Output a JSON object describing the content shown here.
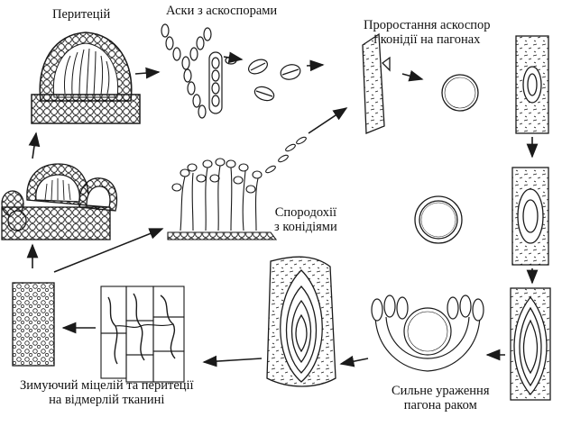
{
  "labels": {
    "perithecium": "Перитецій",
    "asci_title": "Аски з аскоспорами",
    "germination_line1": "Проростання аскоспор",
    "germination_line2": "і конідії на пагонах",
    "sporodochia_line1": "Спородохії",
    "sporodochia_line2": "з конідіями",
    "overwintering_line1": "Зимуючий міцелій та перитеції",
    "overwintering_line2": "на відмерлій тканині",
    "severe_line1": "Сильне ураження",
    "severe_line2": "пагона раком"
  },
  "style": {
    "ink": "#1a1a1a",
    "background": "#ffffff"
  }
}
